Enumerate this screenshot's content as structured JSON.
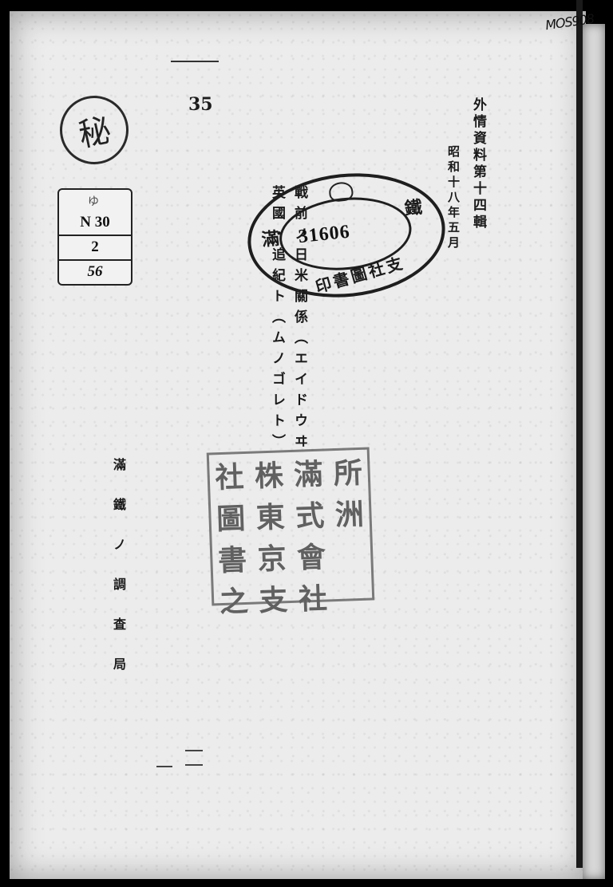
{
  "manuscript_number": "MOS908",
  "page_number": "35",
  "series_label": "外情資料第十四輯",
  "date_label": "昭和十八年五月",
  "title_line_1": "戰前ノ日米關係（エイドウヰ",
  "title_line_2": "英國・追紀ト（ムノゴレト）",
  "publisher": "滿鐵ノ調査局",
  "secret_seal": "秘",
  "catalog": {
    "glyph": "ゆ",
    "row1": "N 30",
    "row2": "2",
    "row3": "56"
  },
  "oval_stamp": {
    "accession_number": "31606",
    "left_text": "滿",
    "right_text": "鐵",
    "bottom_text": "印書圖社支"
  },
  "square_stamp": {
    "characters": [
      "社",
      "株",
      "滿",
      "所",
      "圖",
      "東",
      "式",
      "洲",
      "書",
      "京",
      "會",
      "",
      "之",
      "支",
      "社",
      ""
    ]
  }
}
